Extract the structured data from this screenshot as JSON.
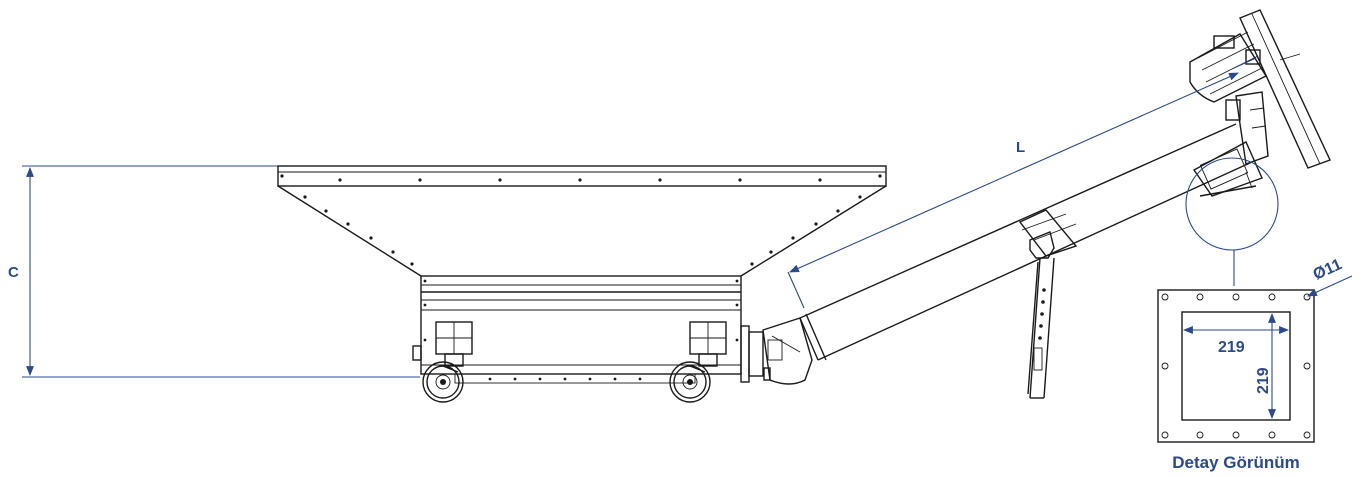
{
  "dimensions": {
    "c_label": "C",
    "l_label": "L",
    "hole_label": "Ø11",
    "width_label": "219",
    "height_label": "219"
  },
  "detail": {
    "caption": "Detay Görünüm"
  },
  "colors": {
    "dimension": "#2a4a8c",
    "outline": "#1a1a1a"
  }
}
